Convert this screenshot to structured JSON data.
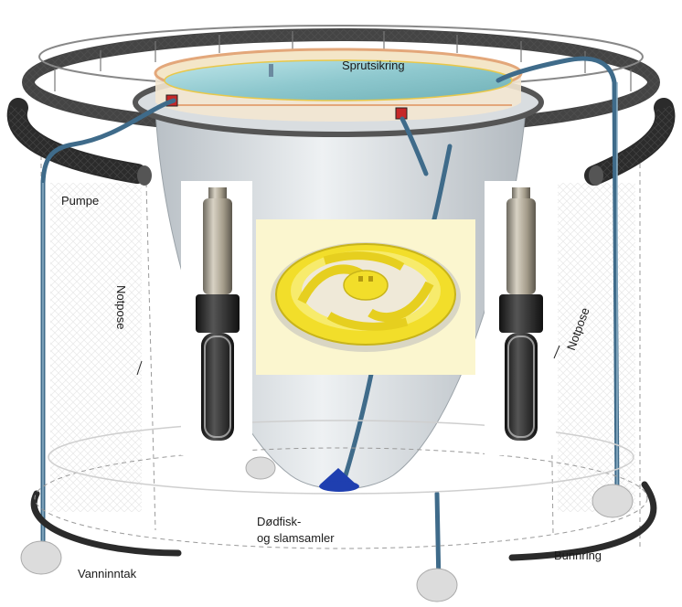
{
  "labels": {
    "sprutsikring": "Sprutsikring",
    "pumpe": "Pumpe",
    "notpose_left": "Notpose",
    "notpose_right": "Notpose",
    "dodfisk_line1": "Dødfisk-",
    "dodfisk_line2": "og slamsamler",
    "vanninntak": "Vanninntak",
    "bunnring": "Bunnring"
  },
  "colors": {
    "water": "#9fd3d8",
    "float_ring": "#3a3a3a",
    "pipe": "#3f6b8a",
    "impeller": "#f2de2a",
    "inset_bg": "#fbf6cf",
    "collector": "#1f3fb0"
  }
}
